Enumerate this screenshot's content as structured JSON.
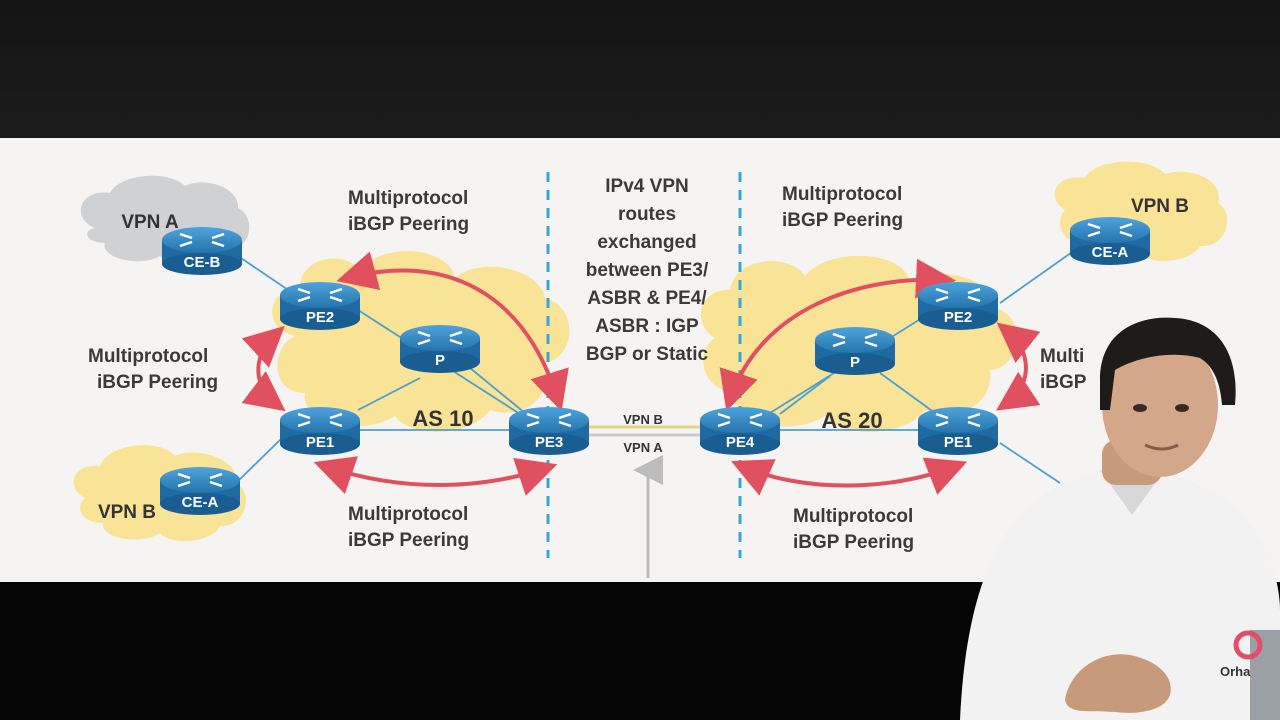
{
  "diagram": {
    "center_text": [
      "IPv4 VPN",
      "routes",
      "exchanged",
      "between PE3/",
      "ASBR & PE4/",
      "ASBR : IGP",
      "BGP or Static"
    ],
    "peering_top_left": [
      "Multiprotocol",
      "iBGP Peering"
    ],
    "peering_left": [
      "Multiprotocol",
      "iBGP Peering"
    ],
    "peering_bottom_left": [
      "Multiprotocol",
      "iBGP Peering"
    ],
    "peering_top_right": [
      "Multiprotocol",
      "iBGP Peering"
    ],
    "peering_bottom_right": [
      "Multiprotocol",
      "iBGP Peering"
    ],
    "peering_right_partial": [
      "Multi",
      "iBGP"
    ],
    "as_left": "AS 10",
    "as_right": "AS 20",
    "vpn_a_left": "VPN A",
    "vpn_b_left": "VPN B",
    "vpn_b_right": "VPN B",
    "link_vpn_b": "VPN B",
    "link_vpn_a": "VPN A",
    "routers": {
      "ce_b": "CE-B",
      "ce_a_left": "CE-A",
      "pe2_left": "PE2",
      "p_left": "P",
      "pe1_left": "PE1",
      "pe3": "PE3",
      "pe4": "PE4",
      "p_right": "P",
      "pe2_right": "PE2",
      "pe1_right": "PE1",
      "ce_a_right": "CE-A"
    },
    "logo_text": "Orha"
  },
  "colors": {
    "cloud_as": "#f9e397",
    "cloud_vpn_a": "#cfd1d3",
    "router": "#2f7fba",
    "arrow": "#e0505f",
    "divider": "#3aa6d8"
  }
}
